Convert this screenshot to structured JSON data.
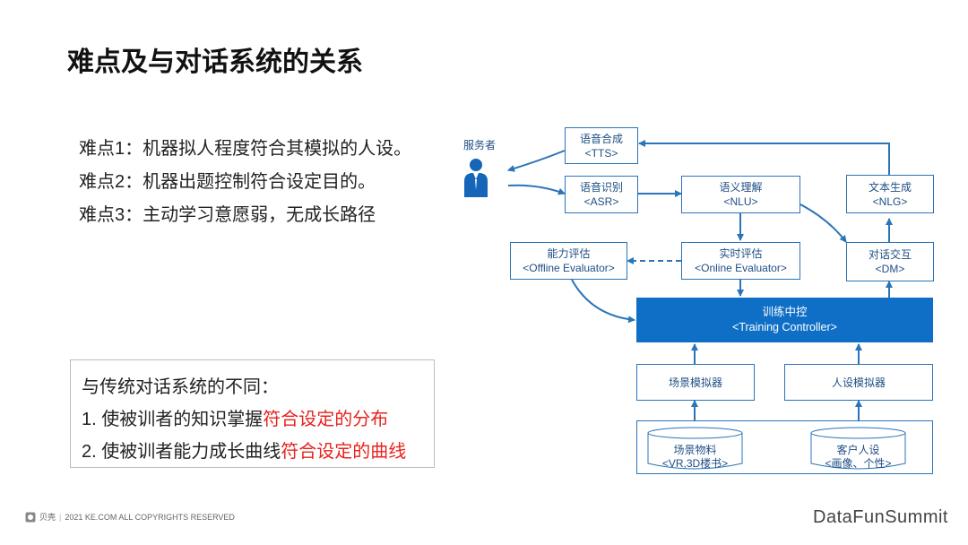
{
  "title": "难点及与对话系统的关系",
  "difficulties": [
    "难点1：机器拟人程度符合其模拟的人设。",
    "难点2：机器出题控制符合设定目的。",
    "难点3：主动学习意愿弱，无成长路径"
  ],
  "differences": {
    "heading": "与传统对话系统的不同：",
    "items": [
      {
        "prefix": "1. 使被训者的知识掌握",
        "highlight": "符合设定的分布"
      },
      {
        "prefix": "2. 使被训者能力成长曲线",
        "highlight": "符合设定的曲线"
      }
    ],
    "highlight_color": "#e8231e"
  },
  "diagram": {
    "agent_label": "服务者",
    "nodes": {
      "tts": {
        "name": "语音合成",
        "sub": "<TTS>"
      },
      "asr": {
        "name": "语音识别",
        "sub": "<ASR>"
      },
      "nlu": {
        "name": "语义理解",
        "sub": "<NLU>"
      },
      "nlg": {
        "name": "文本生成",
        "sub": "<NLG>"
      },
      "offline": {
        "name": "能力评估",
        "sub": "<Offline Evaluator>"
      },
      "online": {
        "name": "实时评估",
        "sub": "<Online Evaluator>"
      },
      "dm": {
        "name": "对话交互",
        "sub": "<DM>"
      },
      "controller": {
        "name": "训练中控",
        "sub": "<Training Controller>"
      },
      "scene_sim": {
        "name": "场景模拟器"
      },
      "persona_sim": {
        "name": "人设模拟器"
      },
      "scene_material": {
        "name": "场景物料",
        "sub": "<VR,3D楼书>"
      },
      "customer_persona": {
        "name": "客户人设",
        "sub": "<画像、个性>"
      }
    },
    "colors": {
      "accent": "#0f6fc6",
      "border": "#2a74b8",
      "text": "#1f4e85"
    }
  },
  "footer": {
    "brand": "贝壳",
    "copyright": "2021 KE.COM ALL COPYRIGHTS  RESERVED",
    "summit": "DataFunSummit"
  }
}
